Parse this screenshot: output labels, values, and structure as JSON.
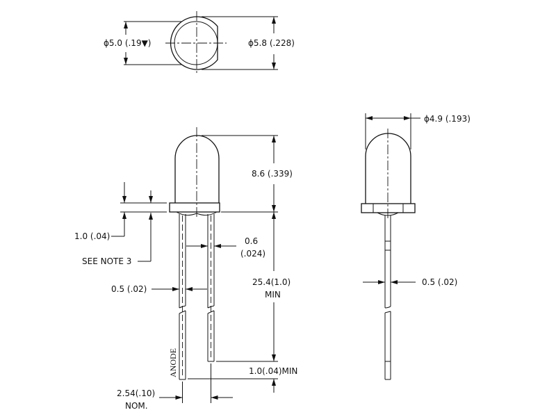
{
  "top_view": {
    "inner_diameter_label": "ϕ5.0 (.19▼)",
    "outer_diameter_label": "ϕ5.8 (.228)"
  },
  "front_view": {
    "height_label": "8.6 (.339)",
    "flange_label": "1.0 (.04)",
    "note_label": "SEE NOTE 3",
    "lead_square_label_1": "0.6",
    "lead_square_label_2": "(.024)",
    "lead_length_label_1": "25.4(1.0)",
    "lead_length_label_2": "MIN",
    "lead_width_label": "0.5 (.02)",
    "lead_offset_label": "1.0(.04)MIN",
    "anode_label": "ANODE",
    "pitch_label_1": "2.54(.10)",
    "pitch_label_2": "NOM."
  },
  "side_view": {
    "body_diameter_label": "ϕ4.9 (.193)",
    "lead_width_label": "0.5 (.02)"
  }
}
